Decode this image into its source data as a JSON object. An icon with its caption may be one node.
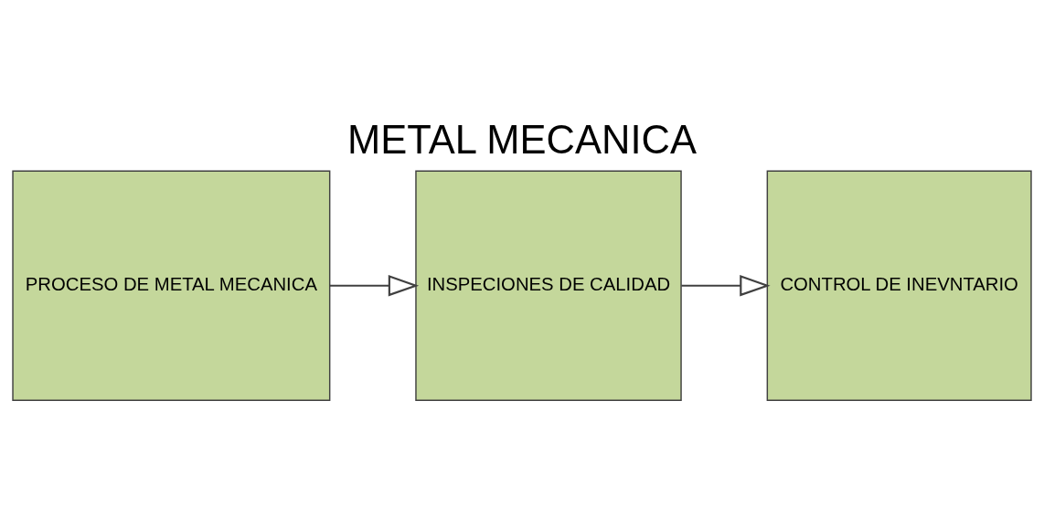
{
  "diagram": {
    "title": "METAL MECANICA",
    "nodes": [
      {
        "text": [
          "PROCESO DE METAL MECANICA"
        ]
      },
      {
        "text": [
          "INSPECIONES DE CALIDAD"
        ]
      },
      {
        "text": [
          "CONTROL DE INEVNTARIO"
        ]
      }
    ],
    "edges": [
      {
        "from": 0,
        "to": 1,
        "arrow": "to"
      },
      {
        "from": 1,
        "to": 2,
        "arrow": "to"
      }
    ]
  }
}
